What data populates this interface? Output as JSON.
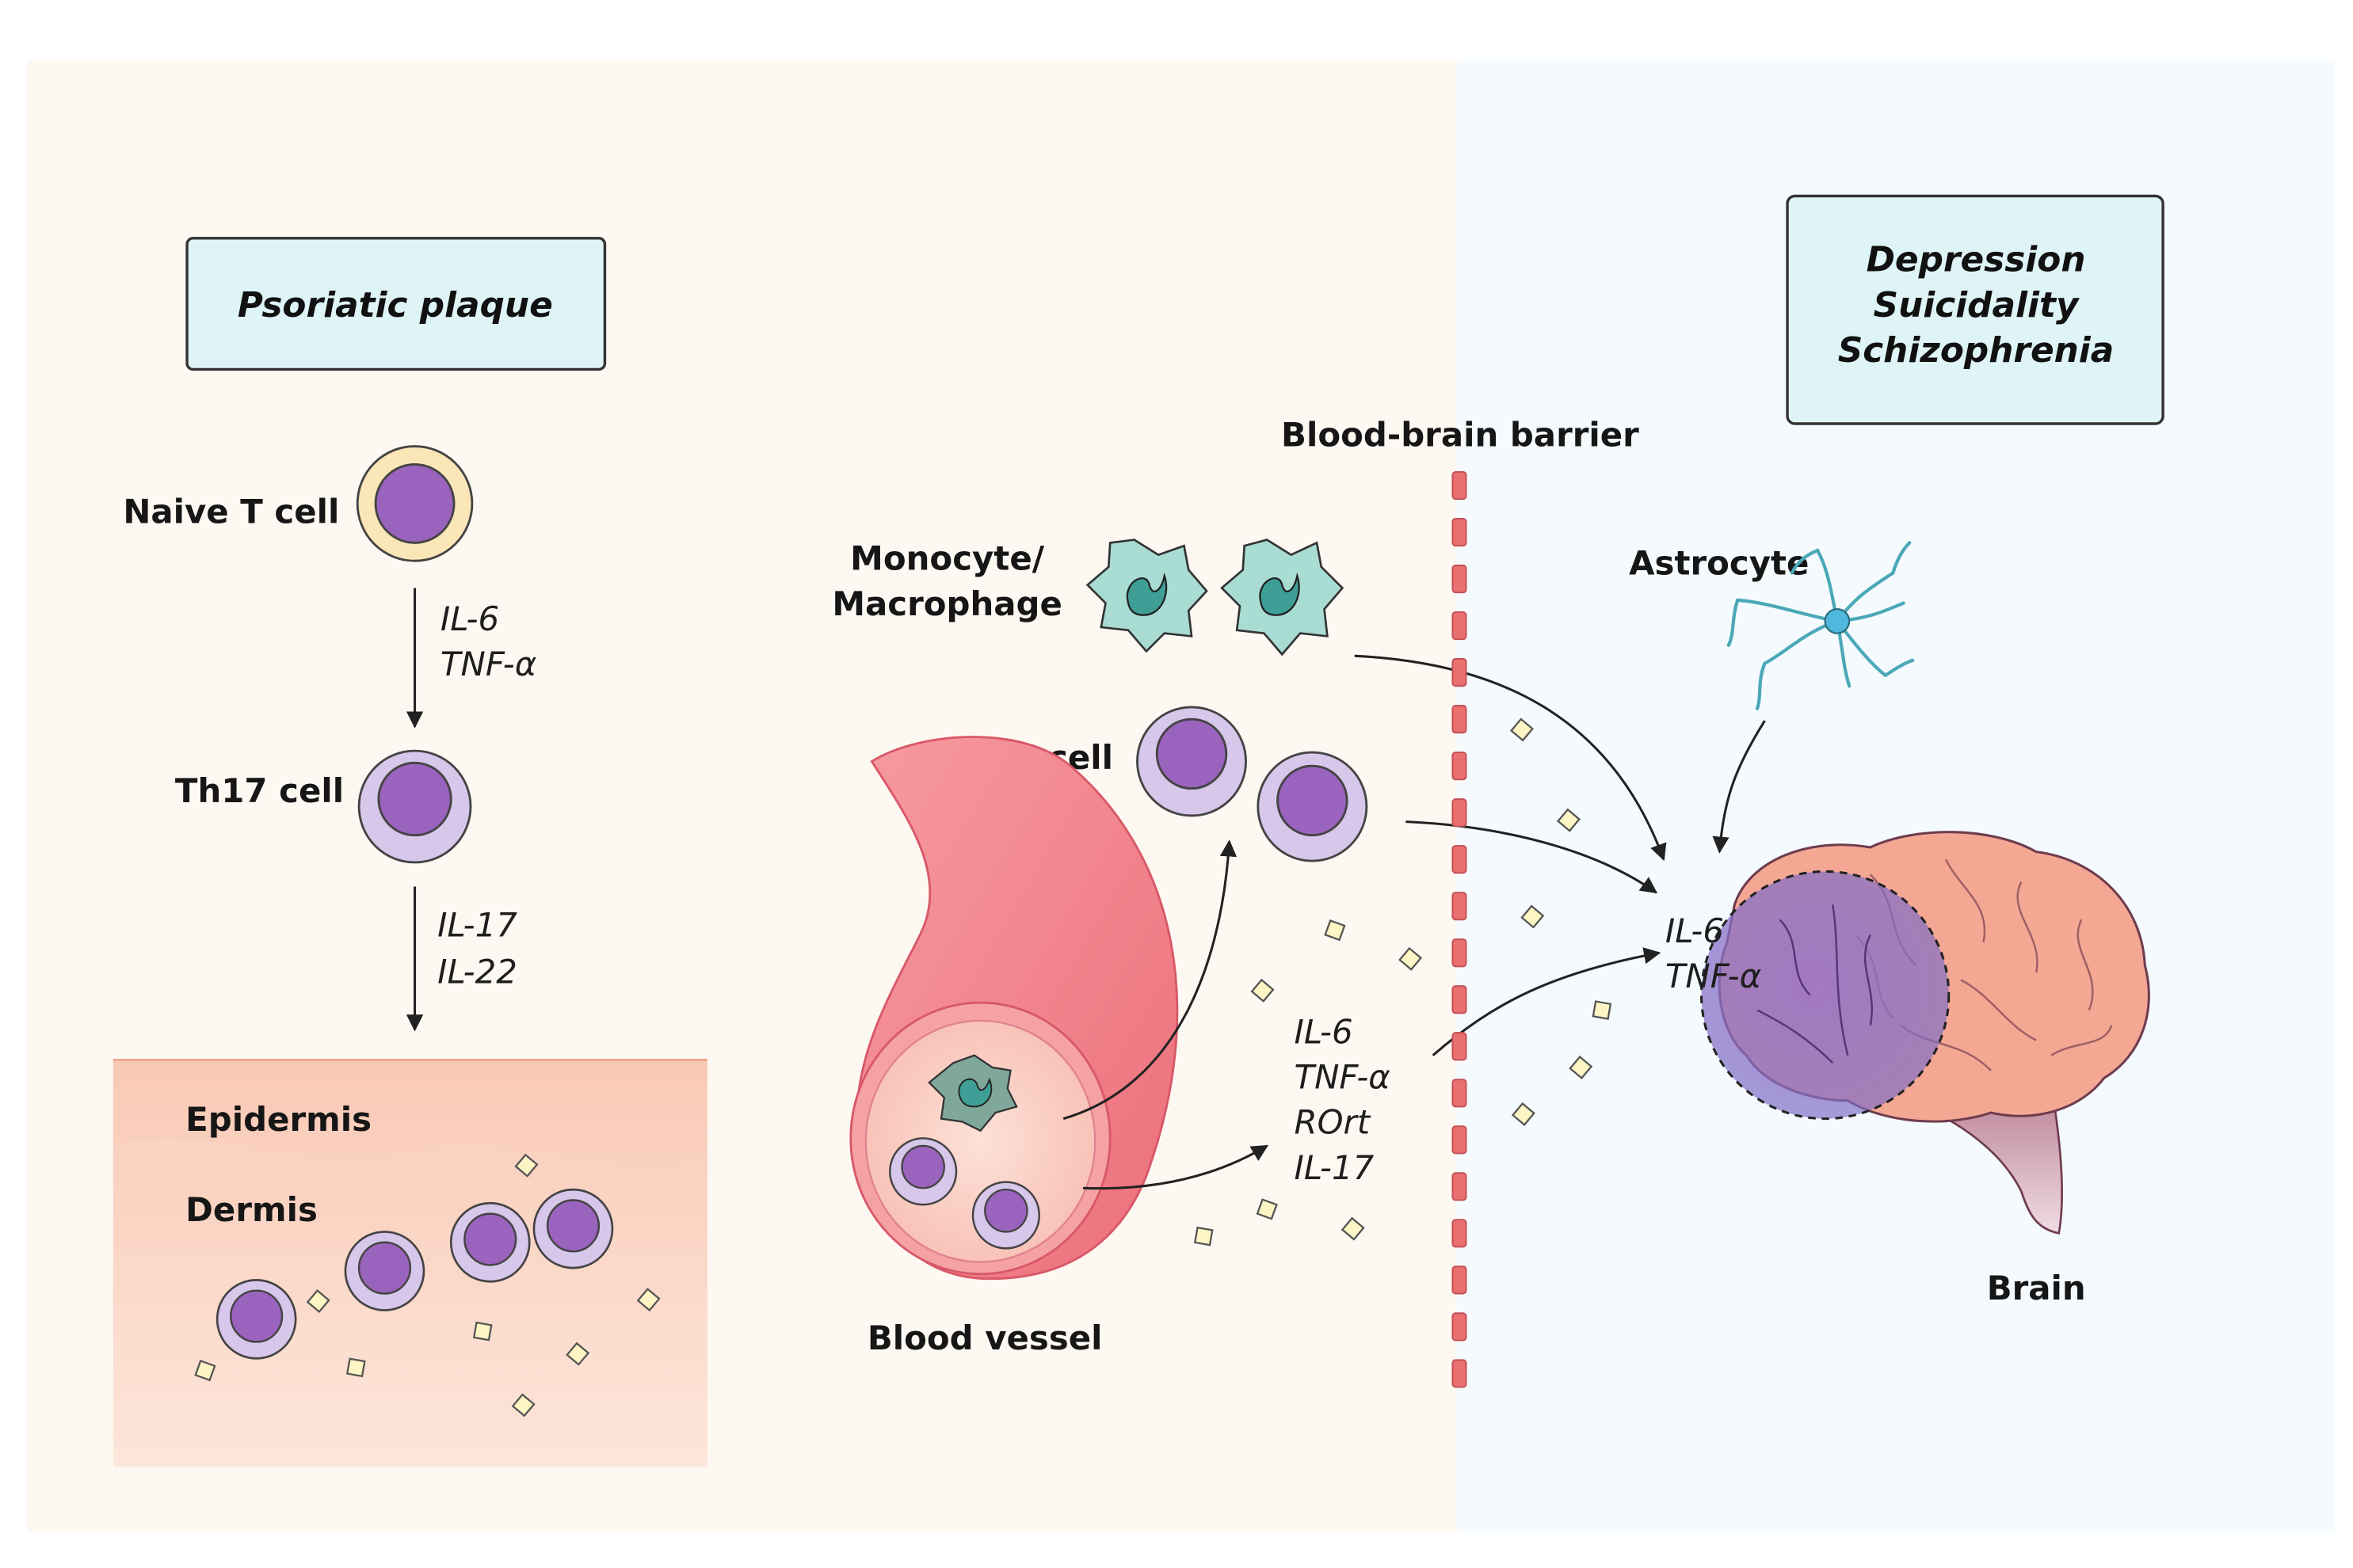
{
  "left": {
    "title": "Psoriatic plaque",
    "naive_cell": "Naive T cell",
    "cytokines_1": [
      "IL-6",
      "TNF-α"
    ],
    "th17_cell": "Th17 cell",
    "cytokines_2": [
      "IL-17",
      "IL-22"
    ],
    "epidermis": "Epidermis",
    "dermis": "Dermis"
  },
  "center": {
    "monocyte": [
      "Monocyte/",
      "Macrophage"
    ],
    "th17_cell": "Th17 cell",
    "blood_vessel": "Blood vessel",
    "cytokines": [
      "IL-6",
      "TNF-α",
      "ROrt",
      "IL-17"
    ]
  },
  "barrier": {
    "label": "Blood-brain barrier"
  },
  "right": {
    "disorders": [
      "Depression",
      "Suicidality",
      "Schizophrenia"
    ],
    "astrocyte": "Astrocyte",
    "brain_cytokines": [
      "IL-6",
      "TNF-α"
    ],
    "brain": "Brain"
  },
  "colors": {
    "box_fill": "#dff4f6",
    "cell_membrane": "#d7c7ea",
    "cell_nucleus": "#9a63bd",
    "naive_membrane": "#fbe6b8",
    "macrophage": "#a9ddd4",
    "vessel": "#f07e86",
    "brain": "#f4a894",
    "brain_region": "#8c6cbc",
    "cytokine_particle": "#fdf6c4",
    "barrier": "#ea7070"
  }
}
